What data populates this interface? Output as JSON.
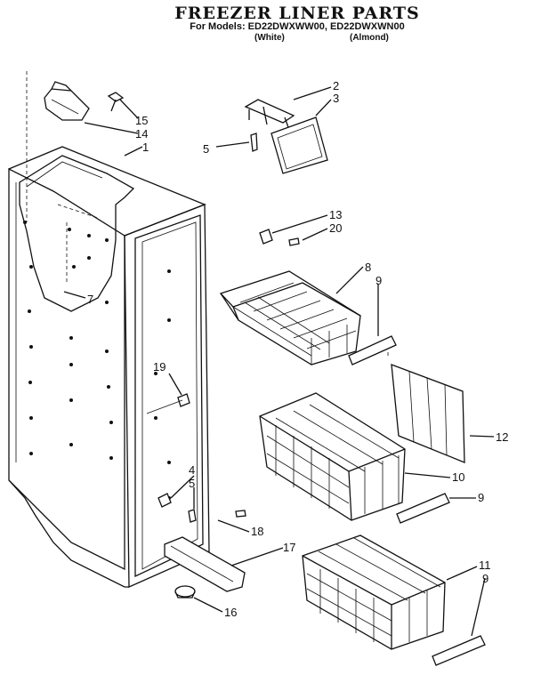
{
  "header": {
    "title": "FREEZER LINER PARTS",
    "models": "For Models: ED22DWXWW00, ED22DWXWN00",
    "variant_white": "(White)",
    "variant_almond": "(Almond)"
  },
  "callouts": [
    "1",
    "2",
    "3",
    "4",
    "5",
    "5",
    "7",
    "8",
    "9",
    "9",
    "9",
    "10",
    "11",
    "12",
    "13",
    "14",
    "15",
    "16",
    "17",
    "18",
    "19",
    "20"
  ]
}
